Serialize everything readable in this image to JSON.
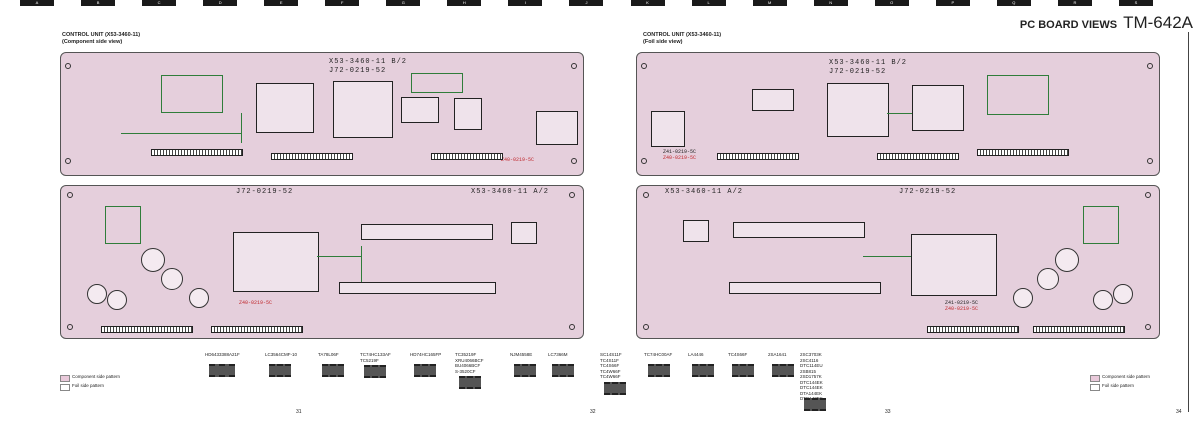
{
  "ruler": [
    "A",
    "B",
    "C",
    "D",
    "E",
    "F",
    "G",
    "H",
    "I",
    "J",
    "K",
    "L",
    "M",
    "N",
    "O",
    "P",
    "Q",
    "R",
    "S"
  ],
  "header": {
    "section": "PC BOARD VIEWS",
    "model": "TM-642A"
  },
  "left_view": {
    "title": "CONTROL UNIT (X53-3460-11)",
    "subtitle": "(Component side view)",
    "board_b": {
      "part": "X53-3460-11 B/2",
      "label": "J72-0219-52",
      "red": "Z40-0219-5C"
    },
    "board_a": {
      "label": "J72-0219-52",
      "part": "X53-3460-11 A/2",
      "red": "Z40-0219-5C"
    }
  },
  "right_view": {
    "title": "CONTROL UNIT (X53-3460-11)",
    "subtitle": "(Foil side view)",
    "board_b": {
      "part": "X53-3460-11 B/2",
      "label": "J72-0219-52",
      "red1": "Z41-0219-5C",
      "red2": "Z40-0219-5C"
    },
    "board_a": {
      "part": "X53-3460-11 A/2",
      "label": "J72-0219-52",
      "red1": "Z41-0219-5C",
      "red2": "Z40-0219-5C"
    }
  },
  "packages": [
    {
      "lines": [
        "HD6433388A21F"
      ]
    },
    {
      "lines": [
        "LC3564CMF-10"
      ]
    },
    {
      "lines": [
        "TA78L06F"
      ]
    },
    {
      "lines": [
        "TC74HC133AF",
        "TC5219F"
      ]
    },
    {
      "lines": [
        "HD74HC165FP"
      ]
    },
    {
      "lines": [
        "TC35219F",
        "XRU4066BCF",
        "BU4066BCF",
        "S-3520CF"
      ]
    },
    {
      "lines": [
        "NJM4558E"
      ]
    },
    {
      "lines": [
        "LC7366M"
      ]
    },
    {
      "lines": [
        "SC14S11F",
        "TC4S11F",
        "TC4S66F",
        "TC4W66F",
        "TC4W66F"
      ]
    },
    {
      "lines": [
        "TC74HC00AF"
      ]
    },
    {
      "lines": [
        "LA4446"
      ]
    },
    {
      "lines": [
        "TC4S66F"
      ]
    },
    {
      "lines": [
        "2SA1641"
      ]
    },
    {
      "lines": [
        "2SC3703K",
        "2SC4116",
        "DTC114EU",
        "2SB815",
        "2SD1757K",
        "DTC144EK",
        "DTC144EK",
        "DTA144EK",
        "DTD143EK"
      ]
    }
  ],
  "legend_left": [
    {
      "label": "Component side pattern",
      "color": "#e9c9da"
    },
    {
      "label": "Foil side pattern",
      "color": "#ffffff"
    }
  ],
  "legend_right": [
    {
      "label": "Component side pattern",
      "color": "#e9c9da"
    },
    {
      "label": "Foil side pattern",
      "color": "#ffffff"
    }
  ],
  "pages": [
    "31",
    "32",
    "33",
    "34"
  ]
}
